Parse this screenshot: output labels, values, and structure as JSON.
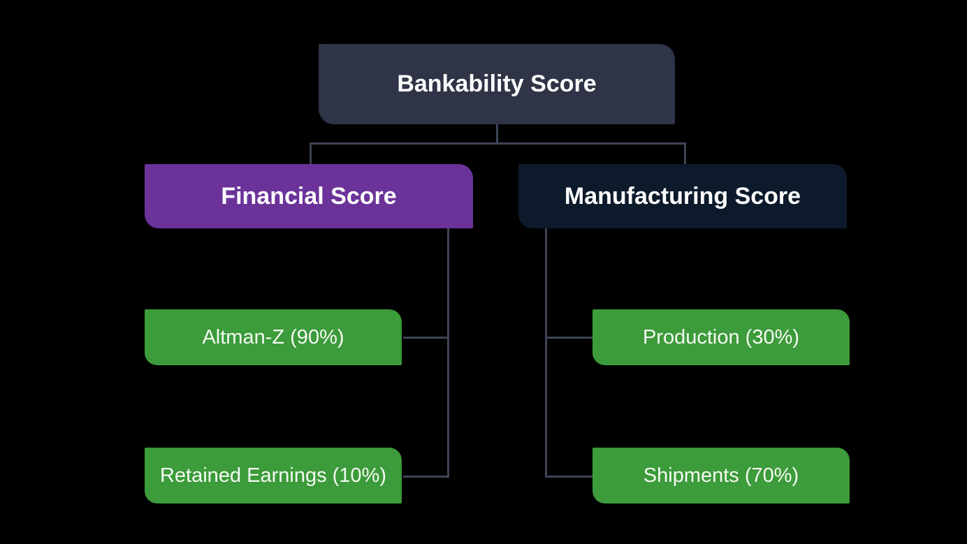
{
  "diagram": {
    "type": "hierarchy-org-chart",
    "background_color": "#000000",
    "connector_color": "#3e4456",
    "root": {
      "label": "Bankability Score",
      "fill": "#2f3447",
      "text_color": "#ffffff"
    },
    "branches": [
      {
        "label": "Financial Score",
        "fill": "#6b3399",
        "text_color": "#ffffff",
        "children": [
          {
            "label": "Altman-Z (90%)",
            "weight_pct": 90
          },
          {
            "label": "Retained Earnings (10%)",
            "weight_pct": 10
          }
        ]
      },
      {
        "label": "Manufacturing Score",
        "fill": "#0d1a2b",
        "text_color": "#ffffff",
        "children": [
          {
            "label": "Production (30%)",
            "weight_pct": 30
          },
          {
            "label": "Shipments (70%)",
            "weight_pct": 70
          }
        ]
      }
    ],
    "leaf_fill": "#3c9b3a",
    "leaf_text_color": "#ffffff"
  }
}
